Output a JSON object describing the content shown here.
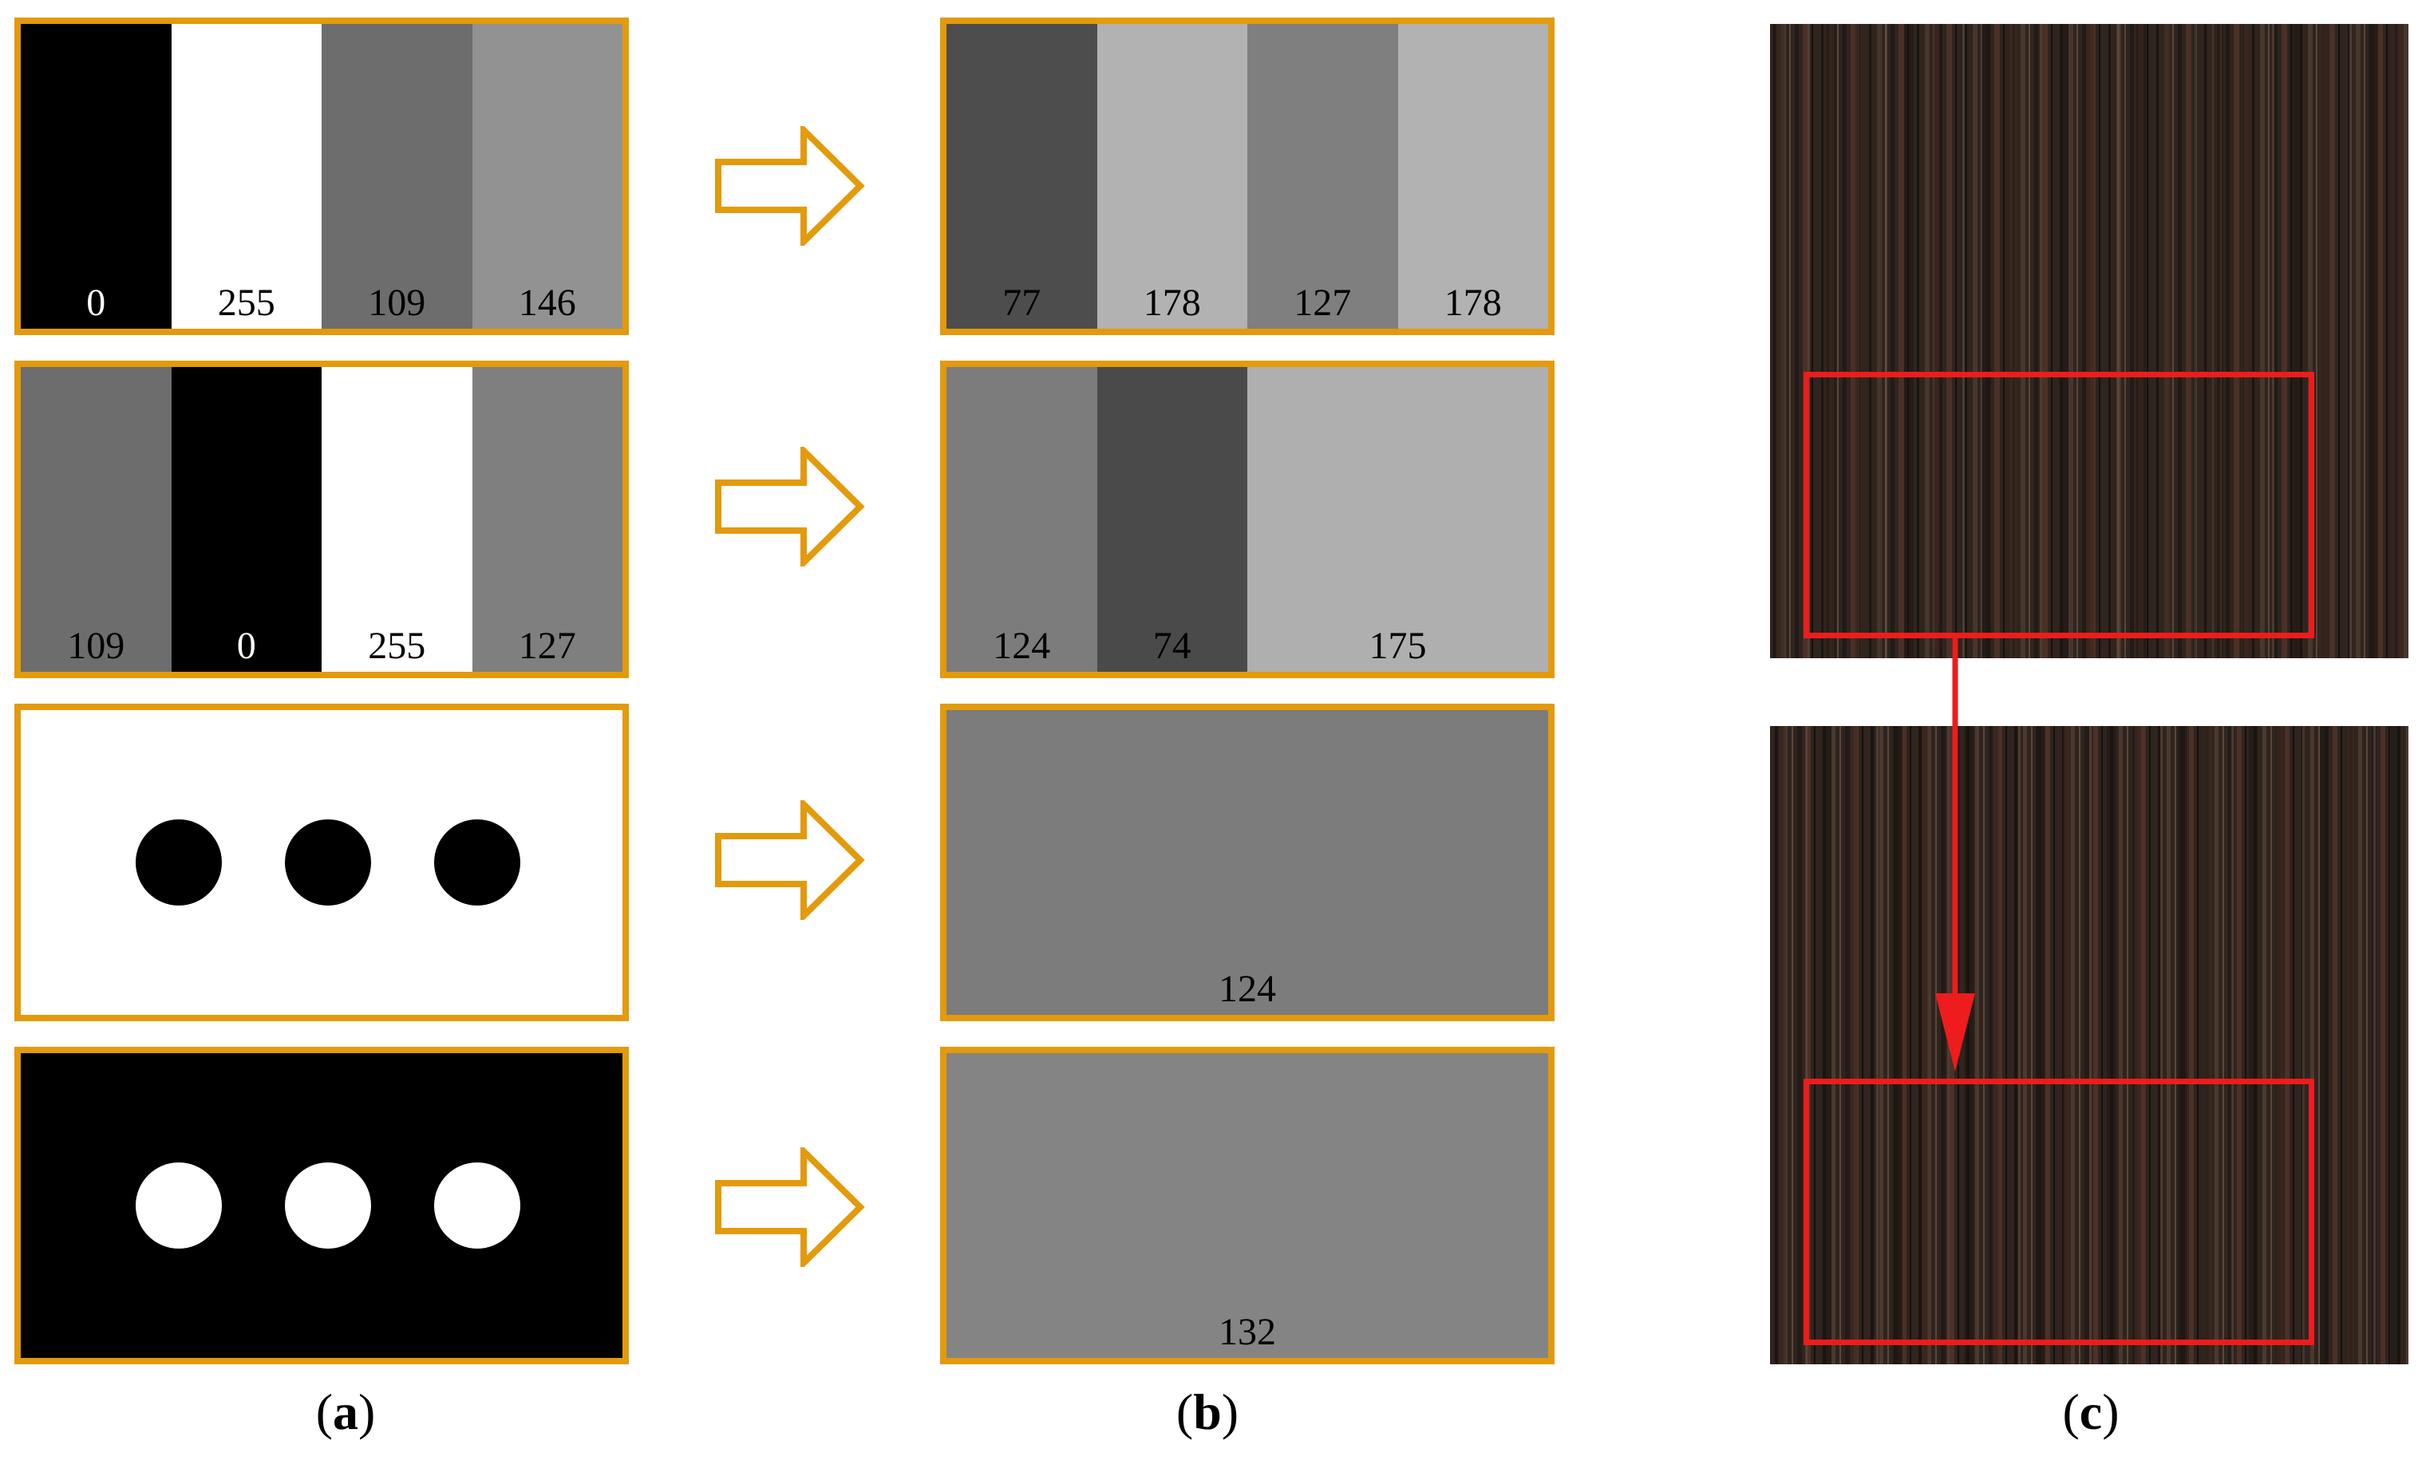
{
  "colors": {
    "border": "#e39a0b",
    "arrow": "#e39a0b",
    "highlight": "#ee1c1c",
    "wood": "#2f241e"
  },
  "column_a": {
    "row1": {
      "stripes": [
        {
          "value": "0",
          "fill": "#000000",
          "text": "#ffffff"
        },
        {
          "value": "255",
          "fill": "#ffffff",
          "text": "#000000"
        },
        {
          "value": "109",
          "fill": "#6d6d6d",
          "text": "#000000"
        },
        {
          "value": "146",
          "fill": "#929292",
          "text": "#000000"
        }
      ]
    },
    "row2": {
      "stripes": [
        {
          "value": "109",
          "fill": "#6d6d6d",
          "text": "#000000"
        },
        {
          "value": "0",
          "fill": "#000000",
          "text": "#ffffff"
        },
        {
          "value": "255",
          "fill": "#ffffff",
          "text": "#000000"
        },
        {
          "value": "127",
          "fill": "#7f7f7f",
          "text": "#000000"
        }
      ]
    },
    "row3": {
      "background": "#ffffff",
      "dots": "#000000",
      "dot_count": 3
    },
    "row4": {
      "background": "#000000",
      "dots": "#ffffff",
      "dot_count": 3
    }
  },
  "column_b": {
    "row1": {
      "stripes": [
        {
          "value": "77",
          "fill": "#4d4d4d",
          "text": "#000000"
        },
        {
          "value": "178",
          "fill": "#b2b2b2",
          "text": "#000000"
        },
        {
          "value": "127",
          "fill": "#7f7f7f",
          "text": "#000000"
        },
        {
          "value": "178",
          "fill": "#b2b2b2",
          "text": "#000000"
        }
      ]
    },
    "row2": {
      "stripes": [
        {
          "value": "124",
          "fill": "#7c7c7c",
          "text": "#000000"
        },
        {
          "value": "74",
          "fill": "#4a4a4a",
          "text": "#000000"
        },
        {
          "value": "175",
          "fill": "#afafaf",
          "text": "#000000"
        }
      ]
    },
    "row3": {
      "value": "124",
      "fill": "#7c7c7c"
    },
    "row4": {
      "value": "132",
      "fill": "#848484"
    }
  },
  "captions": {
    "a": {
      "open": "(",
      "letter": "a",
      "close": ")"
    },
    "b": {
      "open": "(",
      "letter": "b",
      "close": ")"
    },
    "c": {
      "open": "(",
      "letter": "c",
      "close": ")"
    }
  }
}
